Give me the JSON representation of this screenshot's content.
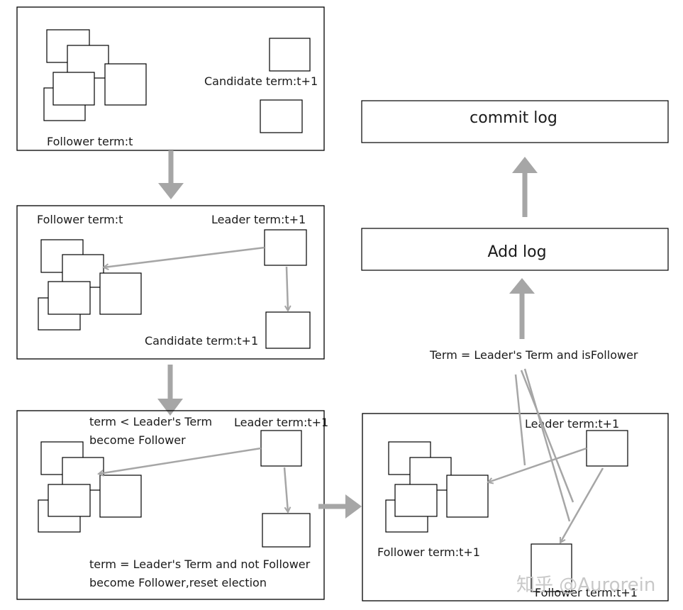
{
  "labels": {
    "p1_follower": "Follower term:t",
    "p1_candidate": "Candidate term:t+1",
    "p2_follower": "Follower term:t",
    "p2_leader": "Leader term:t+1",
    "p2_candidate": "Candidate term:t+1",
    "p3_rule1_line1": "term < Leader's Term",
    "p3_rule1_line2": "become Follower",
    "p3_leader": "Leader term:t+1",
    "p3_rule2_line1": "term = Leader's Term and not Follower",
    "p3_rule2_line2": "become Follower,reset election",
    "p4_leader": "Leader term:t+1",
    "p4_follower1": "Follower term:t+1",
    "p4_follower2": "Follower term:t+1",
    "condition": "Term = Leader's Term and isFollower",
    "add_log": "Add log",
    "commit_log": "commit log",
    "watermark": "知乎 @Aurorein"
  },
  "colors": {
    "arrow": "#a6a6a6",
    "stroke": "#000000",
    "text": "#1a1a1a"
  }
}
